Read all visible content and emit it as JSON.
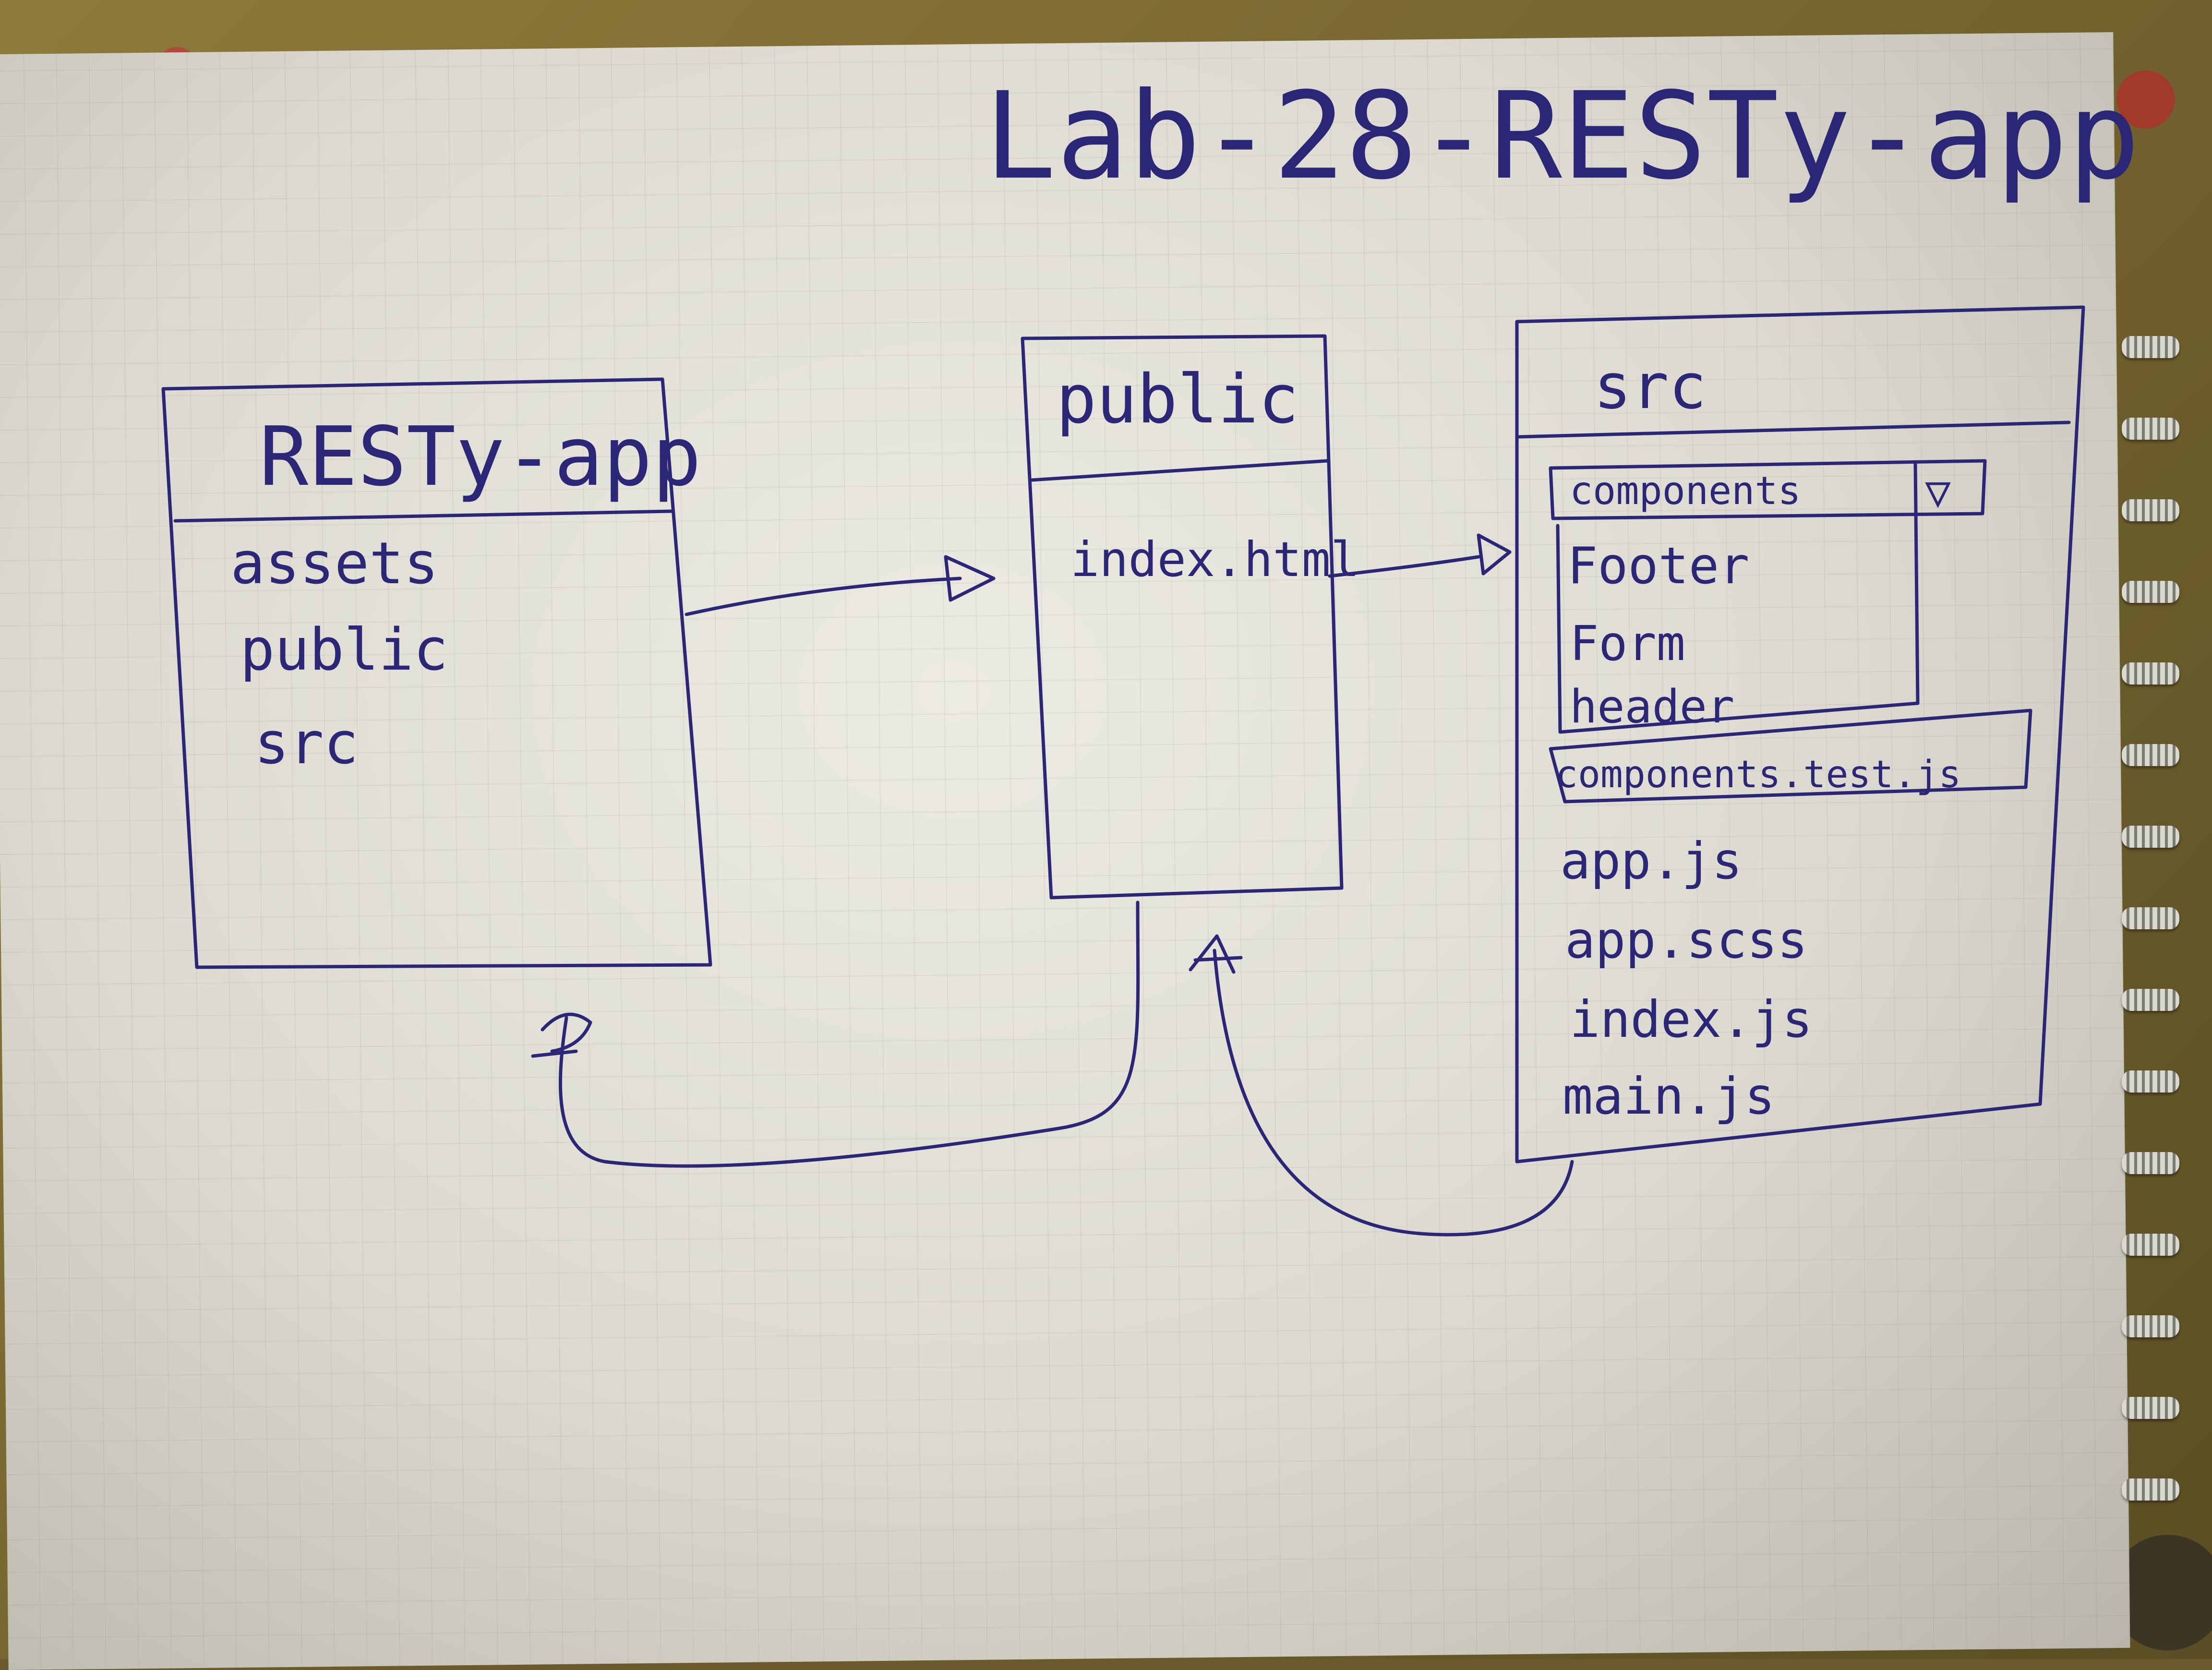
{
  "title": "Lab-28-RESTy-app",
  "boxes": {
    "resty": {
      "header": "RESTy-app",
      "items": [
        "assets",
        "public",
        "src"
      ]
    },
    "public": {
      "header": "public",
      "items": [
        "index.html"
      ]
    },
    "src": {
      "header": "src",
      "components_label": "components",
      "components_toggle": "▽",
      "components_items": [
        "Footer",
        "Form",
        "header"
      ],
      "test_file": "components.test.js",
      "items": [
        "app.js",
        "app.scss",
        "index.js",
        "main.js"
      ]
    }
  }
}
